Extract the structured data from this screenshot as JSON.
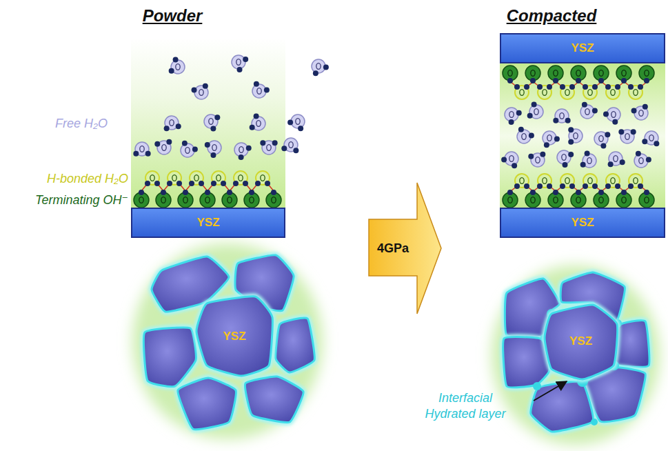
{
  "diagram": {
    "nodes": [
      {
        "text": [
          "YSZ"
        ]
      },
      {
        "text": [
          "YSZ"
        ]
      },
      {
        "text": [
          "YSZ"
        ]
      },
      {
        "text": [
          "4GPa"
        ]
      },
      {
        "text": [
          "YSZ"
        ]
      },
      {
        "text": [
          "YSZ"
        ]
      }
    ],
    "labels": [
      "Powder",
      "Compacted",
      "Free H₂O",
      "H-bonded H₂O",
      "Terminating OH⁻",
      "Interfacial Hydrated layer"
    ]
  }
}
